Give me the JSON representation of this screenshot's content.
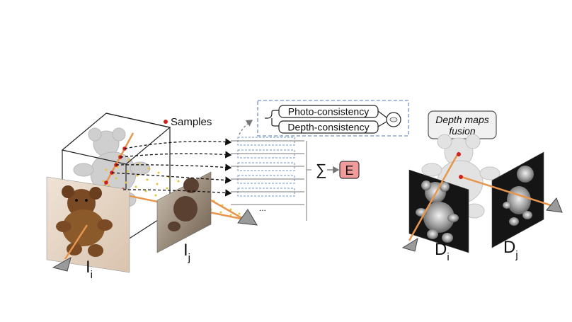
{
  "legend": {
    "samples_label": "Samples"
  },
  "consistency": {
    "photo_label": "Photo-consistency",
    "depth_label": "Depth-consistency"
  },
  "aggregation": {
    "sum_symbol": "∑",
    "energy_label": "E",
    "ellipsis": "..."
  },
  "fusion": {
    "title_line1": "Depth maps",
    "title_line2": "fusion"
  },
  "images": {
    "i_main": "I",
    "i_sub": "i",
    "j_main": "I",
    "j_sub": "j"
  },
  "depth_maps": {
    "di_main": "D",
    "di_sub": "i",
    "dj_main": "D",
    "dj_sub": "j"
  },
  "colors": {
    "ray": "#e8964e",
    "sample": "#d0201c",
    "dash_box": "#6f93c6",
    "energy_fill": "#f29b9b",
    "yellow_dots": "#e6c43a",
    "camera": "#9a9a9a"
  }
}
